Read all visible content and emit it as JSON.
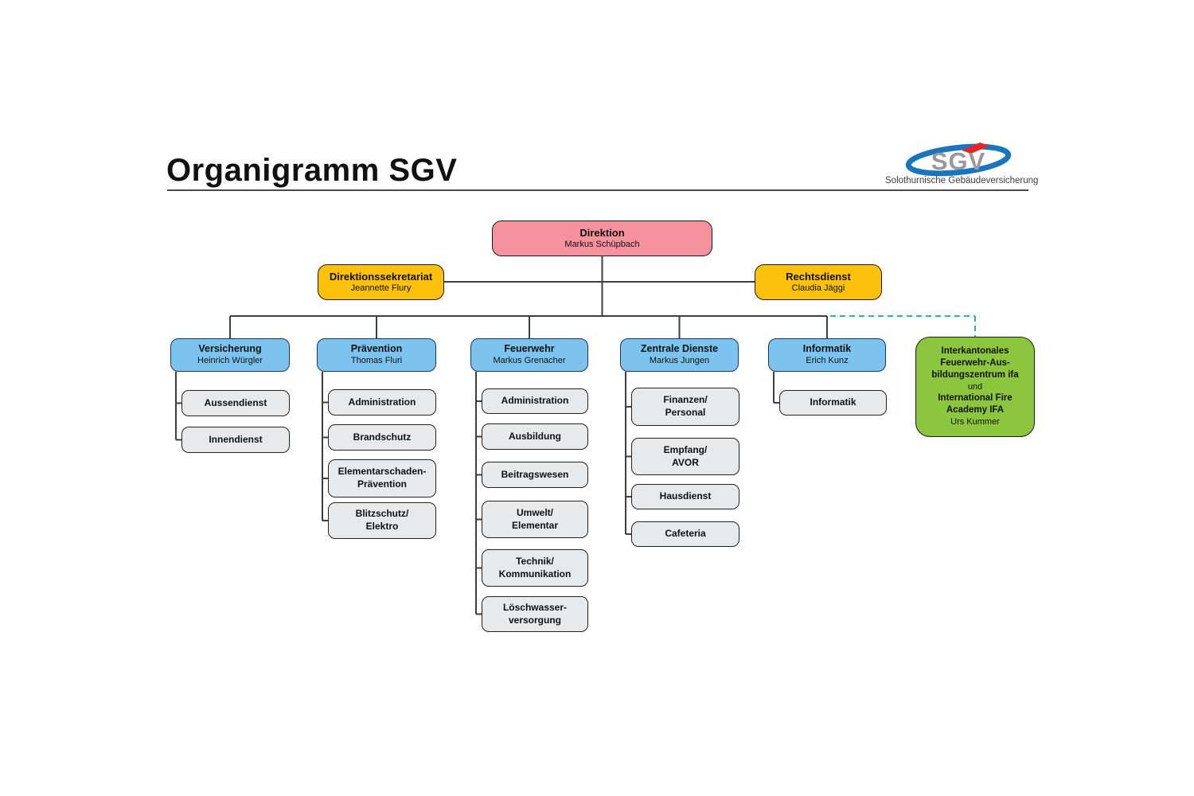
{
  "title": "Organigramm SGV",
  "logo": {
    "acronym": "SGV",
    "subtitle": "Solothurnische Gebäudeversicherung"
  },
  "org": {
    "root": {
      "key": "direktion",
      "title": "Direktion",
      "person": "Markus Schüpbach"
    },
    "staff": [
      {
        "key": "direktionssekretariat",
        "title": "Direktionssekretariat",
        "person": "Jeannette Flury"
      },
      {
        "key": "rechtsdienst",
        "title": "Rechtsdienst",
        "person": "Claudia Jäggi"
      }
    ],
    "departments": [
      {
        "key": "versicherung",
        "title": "Versicherung",
        "person": "Heinrich Würgler",
        "units": [
          "Aussendienst",
          "Innendienst"
        ]
      },
      {
        "key": "praevention",
        "title": "Prävention",
        "person": "Thomas Fluri",
        "units": [
          "Administration",
          "Brandschutz",
          "Elementarschaden-\nPrävention",
          "Blitzschutz/\nElektro"
        ]
      },
      {
        "key": "feuerwehr",
        "title": "Feuerwehr",
        "person": "Markus Grenacher",
        "units": [
          "Administration",
          "Ausbildung",
          "Beitragswesen",
          "Umwelt/\nElementar",
          "Technik/\nKommunikation",
          "Löschwasser-\nversorgung"
        ]
      },
      {
        "key": "zentrale-dienste",
        "title": "Zentrale Dienste",
        "person": "Markus Jungen",
        "units": [
          "Finanzen/\nPersonal",
          "Empfang/\nAVOR",
          "Hausdienst",
          "Cafeteria"
        ]
      },
      {
        "key": "informatik",
        "title": "Informatik",
        "person": "Erich Kunz",
        "units": [
          "Informatik"
        ]
      }
    ],
    "external": {
      "key": "ifa",
      "bold_block_1": "Interkantonales\nFeuerwehr-Aus-\nbildungszentrum ifa",
      "joiner": "und",
      "bold_block_2": "International Fire\nAcademy IFA",
      "person": "Urs Kummer"
    }
  },
  "colors": {
    "root_fill": "#F5929E",
    "staff_fill": "#FCC10D",
    "department_fill": "#7CC4EF",
    "unit_fill": "#E8E9EB",
    "external_fill": "#8CC63F",
    "connector": "#3f3f3f",
    "external_connector": "#33B57C",
    "logo_blue": "#1B75BC",
    "logo_red": "#E52528",
    "logo_gray": "#97999C"
  }
}
